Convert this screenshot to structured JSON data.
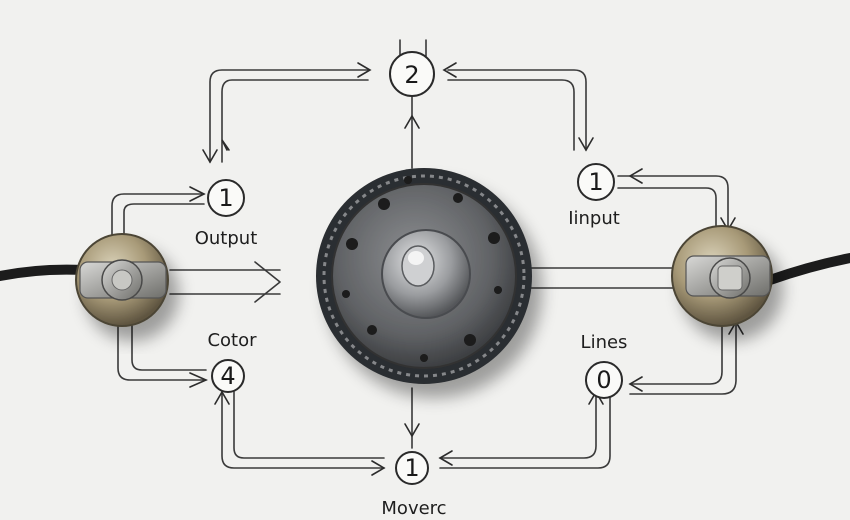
{
  "diagram": {
    "labels": {
      "output": "Output",
      "input": "Iinput",
      "cotor": "Cotor",
      "lines": "Lines",
      "moverc": "Moverc"
    },
    "nodes": {
      "top": "2",
      "left_top": "1",
      "right_top": "1",
      "left_bottom": "4",
      "right_bottom": "0",
      "bottom": "1"
    },
    "colors": {
      "background": "#f1f1ef",
      "line": "#3a3a3a",
      "motor_body": "#6f7174",
      "motor_ring": "#2b2d30",
      "sensor_brass": "#a89a78",
      "cable": "#1c1c1c"
    }
  }
}
